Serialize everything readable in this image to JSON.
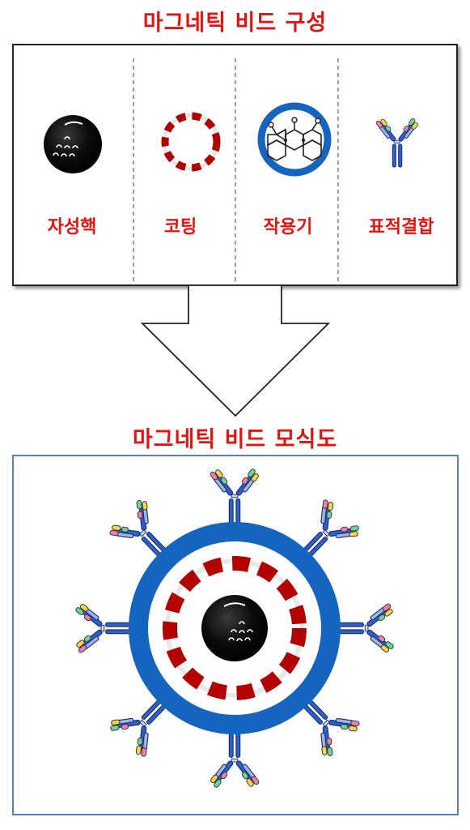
{
  "titles": {
    "composition": "마그네틱 비드 구성",
    "schematic": "마그네틱 비드 모식도"
  },
  "components": [
    {
      "label": "자성핵",
      "icon": "magnetic-core-icon"
    },
    {
      "label": "코팅",
      "icon": "coating-ring-icon"
    },
    {
      "label": "작용기",
      "icon": "functional-group-icon"
    },
    {
      "label": "표적결합",
      "icon": "antibody-icon"
    }
  ],
  "colors": {
    "title_red": "#e3140f",
    "coating_red": "#b30000",
    "functional_blue": "#1565c0",
    "antibody_blue": "#2f5fc8",
    "divider_blue": "#4472c4"
  }
}
